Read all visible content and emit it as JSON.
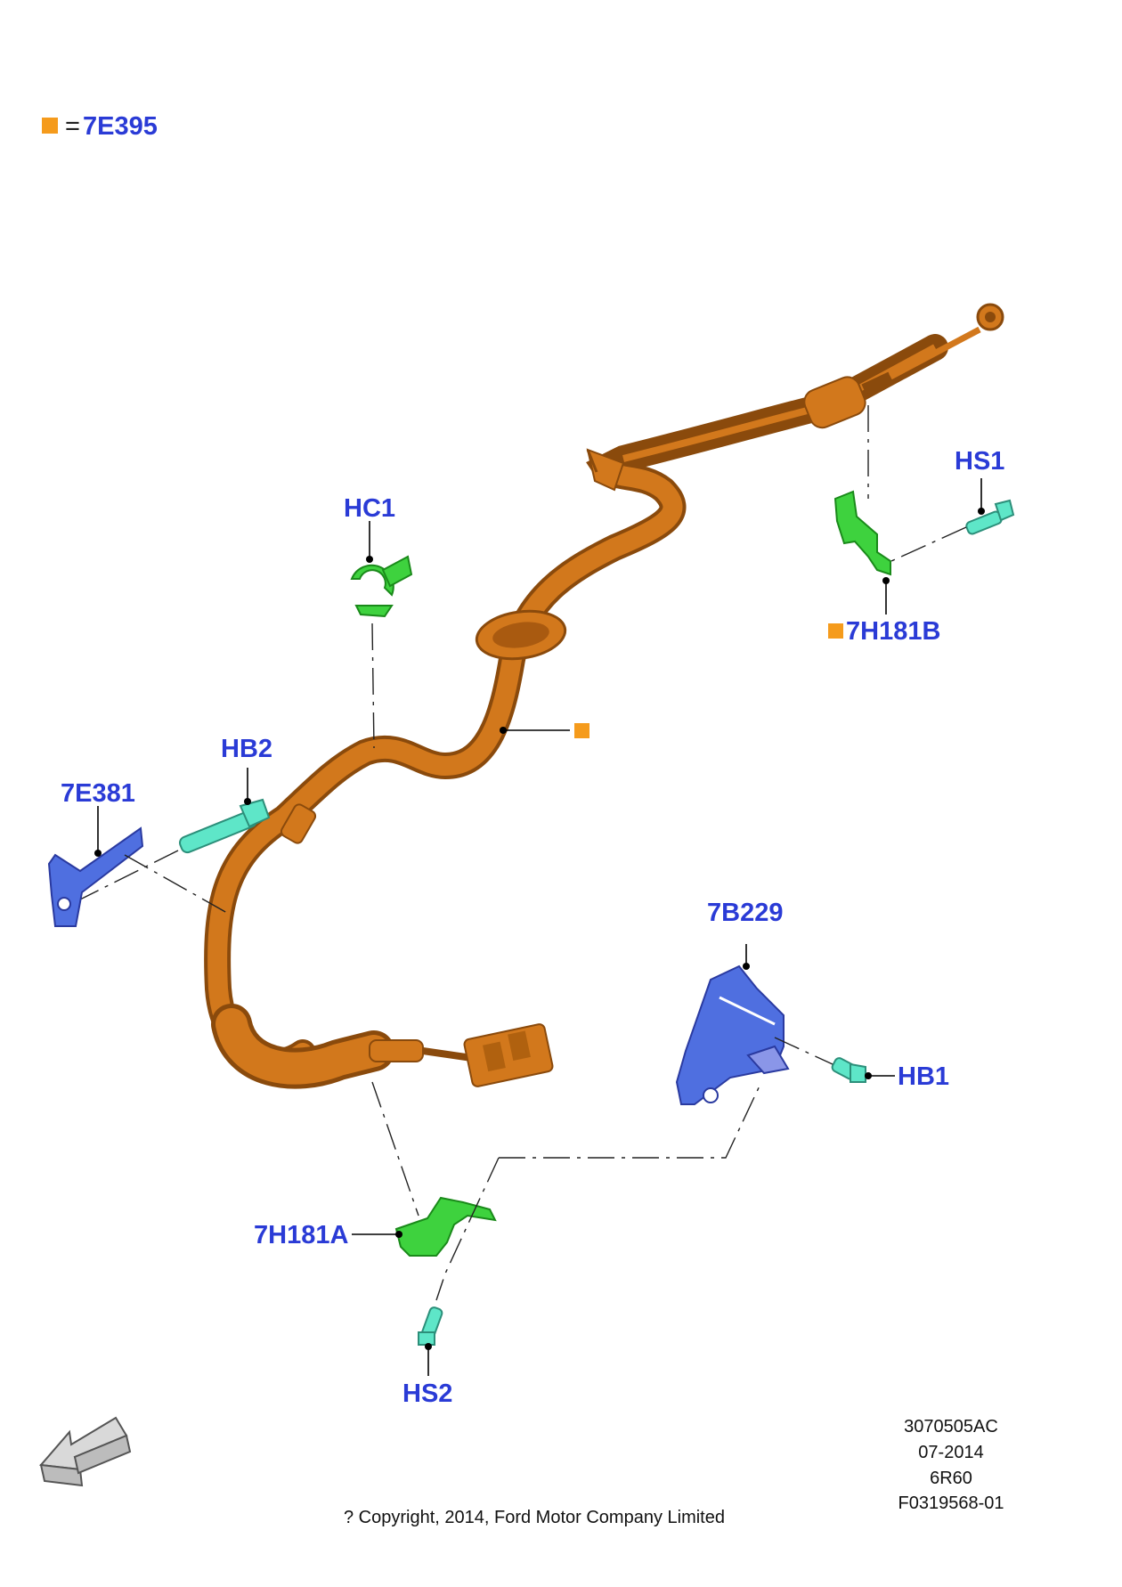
{
  "legend": {
    "equals": "=",
    "part": "7E395"
  },
  "callouts": {
    "hc1": "HC1",
    "hs1": "HS1",
    "h7b": "7H181B",
    "hb2": "HB2",
    "e381": "7E381",
    "b229": "7B229",
    "hb1": "HB1",
    "h7a": "7H181A",
    "hs2": "HS2"
  },
  "info": [
    "3070505AC",
    "07-2014",
    "6R60",
    "F0319568-01"
  ],
  "copyright": "? Copyright, 2014, Ford Motor Company Limited",
  "colors": {
    "label": "#2a3bd6",
    "marker": "#f59b1c",
    "cable": "#d2781c",
    "cable_dark": "#8a4a0c",
    "green_part": "#3ed23e",
    "blue_part": "#4f6fe0",
    "fastener": "#5ee6c8"
  }
}
